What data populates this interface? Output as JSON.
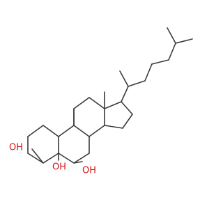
{
  "molecule": {
    "labels": {
      "hydroxyl_c3": "OH",
      "hydroxyl_c5": "OH",
      "hydroxyl_c6": "OH"
    },
    "colors": {
      "bond": "#3a3a3a",
      "heteroatom": "#d21414",
      "background": "#ffffff"
    }
  }
}
